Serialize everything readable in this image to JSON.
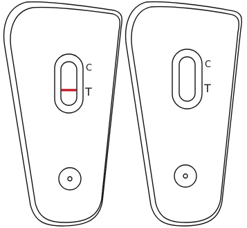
{
  "colors": {
    "outline": "#111111",
    "background": "#ffffff",
    "test_line": "#c0141f"
  },
  "devices": [
    {
      "control_label": "C",
      "test_label": "T",
      "test_line_visible": true
    },
    {
      "control_label": "C",
      "test_label": "T",
      "test_line_visible": false
    }
  ]
}
